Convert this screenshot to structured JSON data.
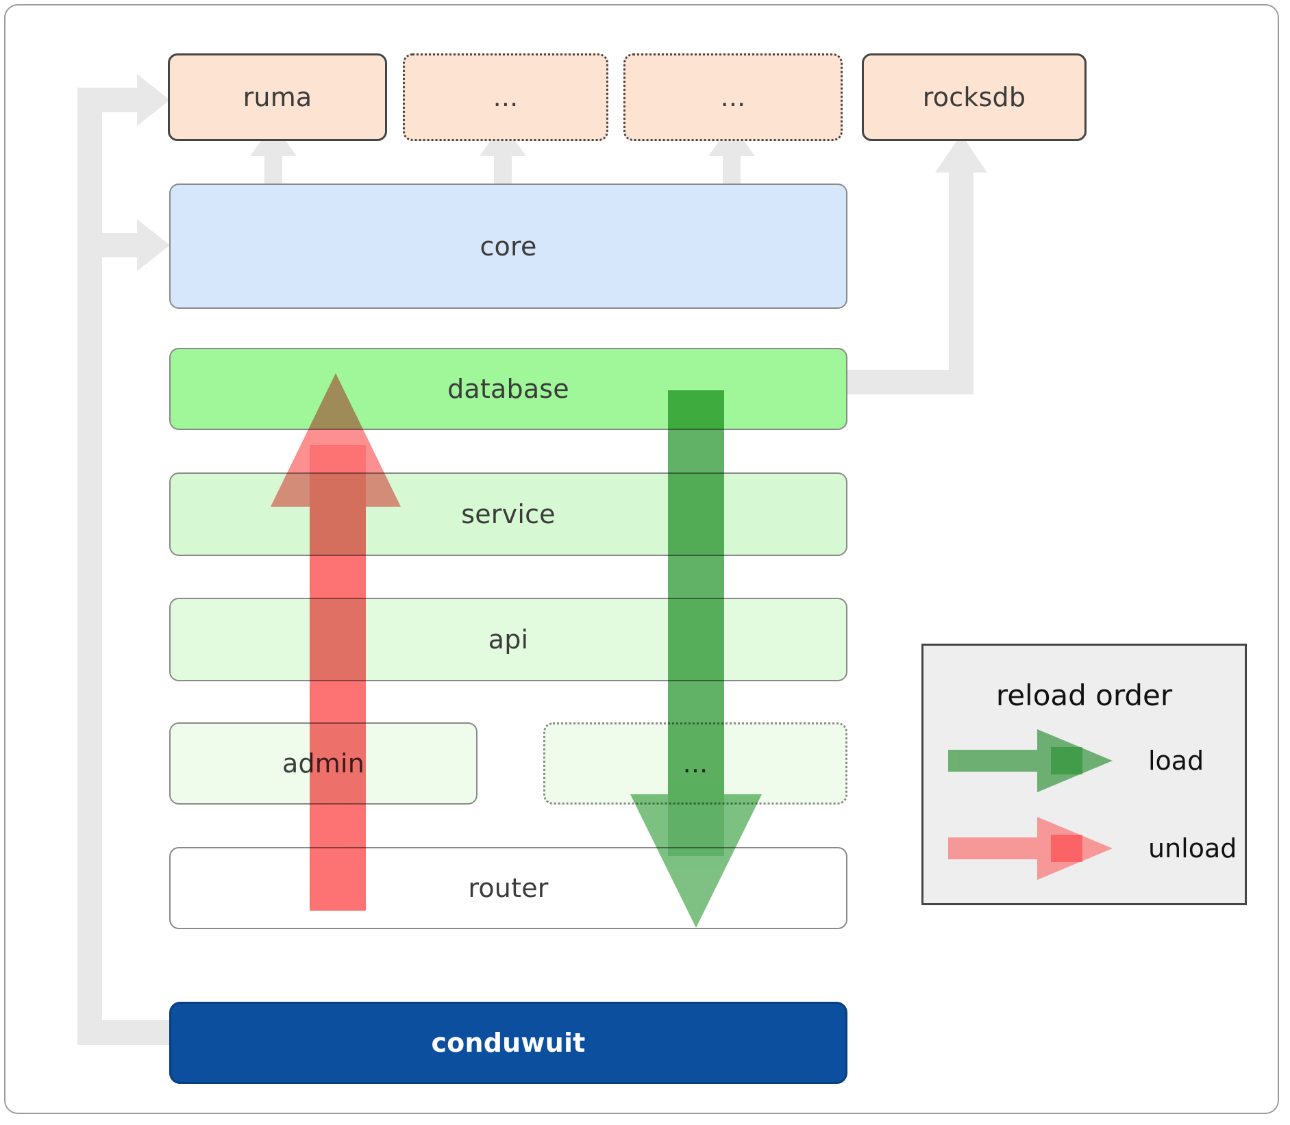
{
  "diagram": {
    "title": "conduwuit crate dependency / reload order diagram",
    "external_crates": [
      {
        "label": "ruma",
        "style": "solid"
      },
      {
        "label": "...",
        "style": "dotted"
      },
      {
        "label": "...",
        "style": "dotted"
      },
      {
        "label": "rocksdb",
        "style": "solid"
      }
    ],
    "layers": [
      {
        "label": "core",
        "tone": "core"
      },
      {
        "label": "database",
        "tone": "lay1"
      },
      {
        "label": "service",
        "tone": "lay2"
      },
      {
        "label": "api",
        "tone": "lay3"
      },
      {
        "label": "admin",
        "tone": "lay4"
      },
      {
        "label": "...",
        "tone": "lay4"
      },
      {
        "label": "router",
        "tone": "white"
      }
    ],
    "binary": {
      "label": "conduwuit"
    }
  },
  "legend": {
    "title": "reload order",
    "entries": [
      {
        "label": "load",
        "color": "#5aaf5f"
      },
      {
        "label": "unload",
        "color": "#fa8080"
      }
    ]
  },
  "colors": {
    "external_fill": "#fde3d2",
    "core_fill": "#d6e7fb",
    "database_fill": "#a0f79a",
    "service_fill": "#d6f8d2",
    "api_fill": "#e2fade",
    "admin_fill": "#effcec",
    "router_fill": "#ffffff",
    "brand_fill": "#0b4f9e",
    "connector": "#e8e8e8",
    "load_arrow": "#5aaf5f",
    "unload_arrow": "#fa8080",
    "legend_bg": "#eeeeee",
    "frame_border": "#9c9c9c"
  }
}
